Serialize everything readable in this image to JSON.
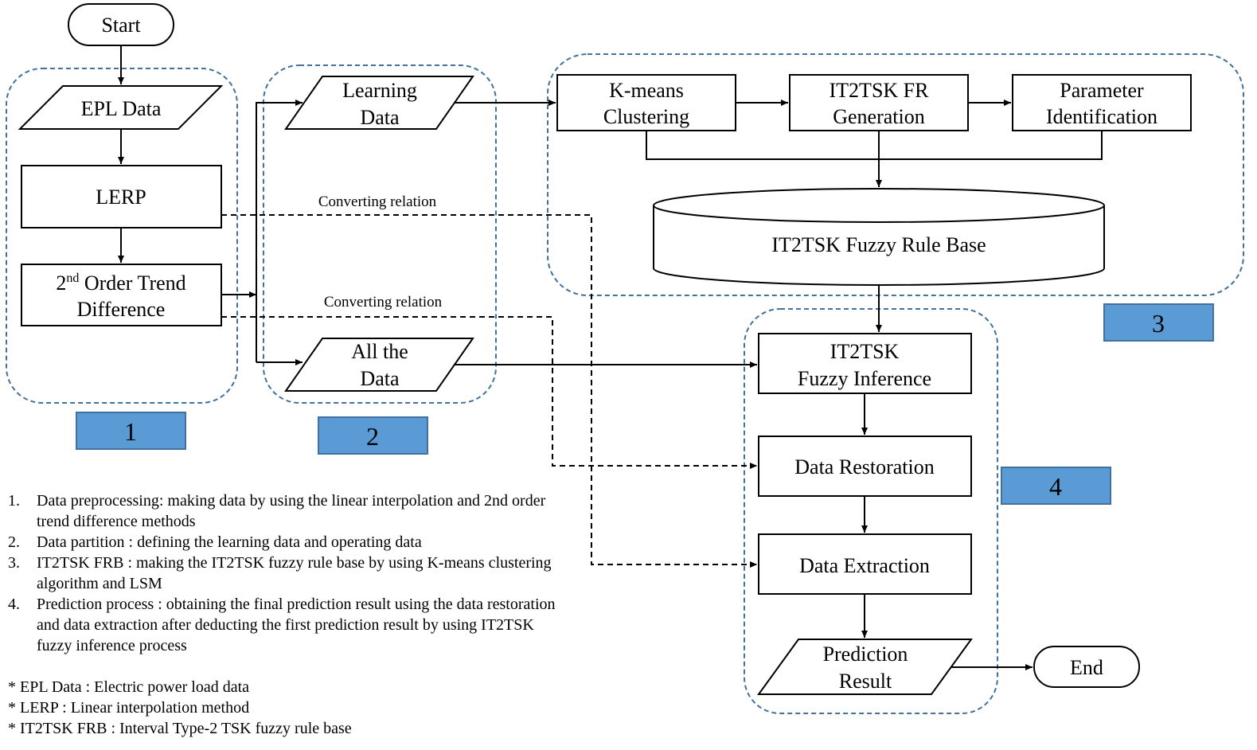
{
  "nodes": {
    "start": "Start",
    "epl": "EPL Data",
    "lerp": "LERP",
    "trend_sup": "nd",
    "trend_line1_pre": "2",
    "trend_line1_post": " Order Trend",
    "trend_line2": "Difference",
    "learning_1": "Learning",
    "learning_2": "Data",
    "all_1": "All the",
    "all_2": "Data",
    "kmeans_1": "K-means",
    "kmeans_2": "Clustering",
    "frgen_1": "IT2TSK FR",
    "frgen_2": "Generation",
    "param_1": "Parameter",
    "param_2": "Identification",
    "rulebase": "IT2TSK Fuzzy Rule Base",
    "inference_1": "IT2TSK",
    "inference_2": "Fuzzy Inference",
    "restoration": "Data Restoration",
    "extraction": "Data Extraction",
    "prediction_1": "Prediction",
    "prediction_2": "Result",
    "end": "End"
  },
  "edge_labels": {
    "conv1": "Converting relation",
    "conv2": "Converting relation"
  },
  "group_labels": {
    "g1": "1",
    "g2": "2",
    "g3": "3",
    "g4": "4"
  },
  "legend": {
    "items": [
      {
        "num": "1.",
        "text": "Data preprocessing: making data by using the linear interpolation and 2nd order trend difference methods"
      },
      {
        "num": "2.",
        "text": "Data partition : defining the learning data and operating data"
      },
      {
        "num": "3.",
        "text": "IT2TSK FRB : making the IT2TSK fuzzy rule base by using K-means clustering algorithm and LSM"
      },
      {
        "num": "4.",
        "text": "Prediction  process : obtaining the final prediction result using the data restoration and data extraction after deducting the first prediction result by using IT2TSK fuzzy inference process"
      }
    ],
    "notes": [
      "* EPL Data : Electric power load data",
      "* LERP : Linear interpolation method",
      "* IT2TSK FRB : Interval Type-2 TSK fuzzy rule base"
    ]
  },
  "colors": {
    "group_border": "#41719c",
    "group_label_fill": "#5b9bd5",
    "line": "#000000"
  }
}
